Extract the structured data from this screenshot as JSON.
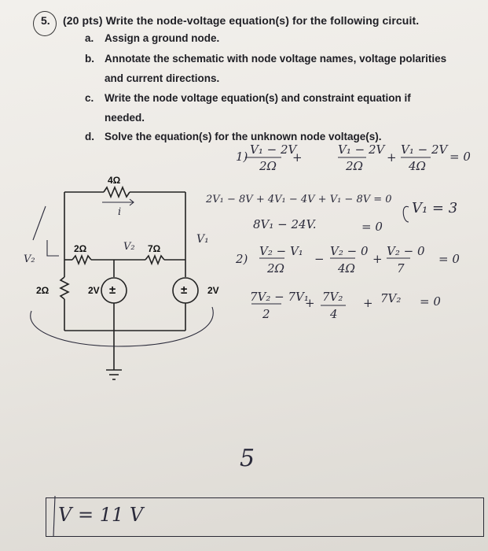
{
  "problem": {
    "number": "5.",
    "text": "(20 pts) Write the node-voltage equation(s) for the following circuit.",
    "parts": [
      {
        "letter": "a.",
        "text": "Assign a ground node."
      },
      {
        "letter": "b.",
        "text": "Annotate the schematic with node voltage names, voltage polarities",
        "cont": "and current directions."
      },
      {
        "letter": "c.",
        "text": "Write the node voltage equation(s) and constraint equation if",
        "cont": "needed."
      },
      {
        "letter": "d.",
        "text": "Solve the equation(s) for the unknown node voltage(s)."
      }
    ]
  },
  "circuit": {
    "r_top": "4Ω",
    "r_left_mid": "2Ω",
    "r_right_mid": "7Ω",
    "r_left_vertical": "2Ω",
    "src_left": "2V",
    "src_right": "2V",
    "plus_minus": "±"
  },
  "handwriting": {
    "eq1_label": "1)",
    "eq1_t1_num": "V₁ − 2V",
    "eq1_t1_den": "2Ω",
    "eq1_t2_num": "V₁ − 2V",
    "eq1_t2_den": "2Ω",
    "eq1_t3_num": "V₁ − 2V",
    "eq1_t3_den": "4Ω",
    "eq1_zero": "= 0",
    "eq1_line2": "2V₁ − 8V + 4V₁ − 4V + V₁ − 8V = 0",
    "eq1_line3": "8V₁ − 24V.",
    "eq1_line3_end": "= 0",
    "eq1_result": "V₁ = 3",
    "eq2_label": "2)",
    "eq2_t1_num": "V₂ − V₁",
    "eq2_t1_den": "2Ω",
    "eq2_t2_num": "V₂ − 0",
    "eq2_t2_den": "4Ω",
    "eq2_t3_num": "V₂ − 0",
    "eq2_t3_den": "7",
    "eq2_zero": "= 0",
    "eq3_t1_num": "7V₂ − 7V₁",
    "eq3_t1_den": "2",
    "eq3_t2_num": "7V₂",
    "eq3_t2_den": "4",
    "eq3_t3": "7V₂",
    "eq3_zero": "= 0",
    "node_v1": "V₁",
    "node_v2": "V₂",
    "node_v2b": "V₂",
    "current_i": "i",
    "score": "5",
    "answer": "V = 11 V"
  }
}
